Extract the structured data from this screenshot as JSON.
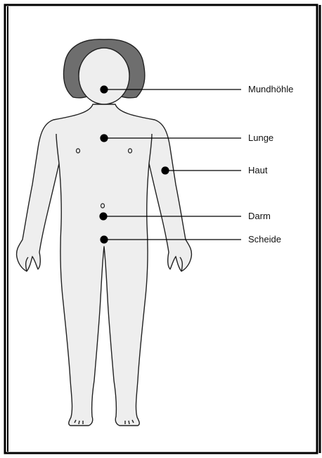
{
  "diagram": {
    "labels": {
      "mouth": "Mundhöhle",
      "lung": "Lunge",
      "skin": "Haut",
      "intestine": "Darm",
      "vagina": "Scheide"
    },
    "colors": {
      "frame": "#000000",
      "body_fill": "#eeeeee",
      "outline": "#222222",
      "hair": "#6e6e6e",
      "marker": "#000000"
    }
  }
}
